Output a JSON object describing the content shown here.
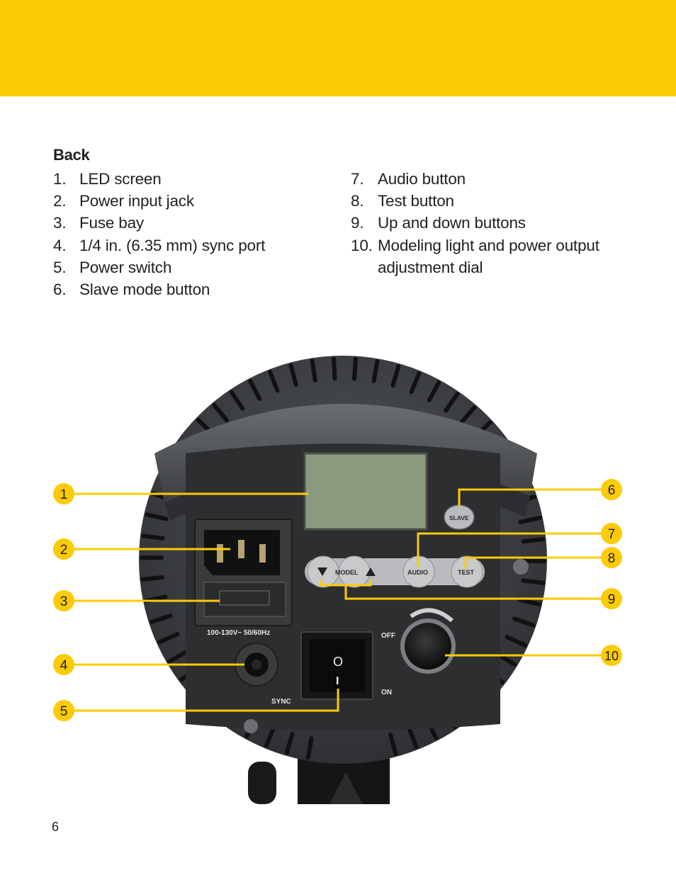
{
  "section_heading": "Back",
  "parts_left": [
    {
      "number": "1.",
      "label": "LED screen"
    },
    {
      "number": "2.",
      "label": "Power input jack"
    },
    {
      "number": "3.",
      "label": "Fuse bay"
    },
    {
      "number": "4.",
      "label": "1/4 in. (6.35 mm) sync port"
    },
    {
      "number": "5.",
      "label": "Power switch"
    },
    {
      "number": "6.",
      "label": "Slave mode button"
    }
  ],
  "parts_right": [
    {
      "number": "7.",
      "label": "Audio button"
    },
    {
      "number": "8.",
      "label": "Test button"
    },
    {
      "number": "9.",
      "label": "Up and down buttons"
    },
    {
      "number": "10.",
      "label": "Modeling light and power output",
      "label_line2": "adjustment dial"
    }
  ],
  "device": {
    "voltage_label": "100-130V~ 50/60Hz",
    "sync_label": "SYNC",
    "off_label": "OFF",
    "on_label": "ON",
    "slave_label": "SLAVE",
    "model_label": "MODEL",
    "audio_label": "AUDIO",
    "test_label": "TEST",
    "switch_top_symbol": "O",
    "switch_bottom_symbol": "I"
  },
  "callouts": [
    "1",
    "2",
    "3",
    "4",
    "5",
    "6",
    "7",
    "8",
    "9",
    "10"
  ],
  "colors": {
    "brand_yellow": "#fccb05",
    "leader_line": "#fccb05",
    "body_text": "#231f20"
  },
  "page_number": "6"
}
